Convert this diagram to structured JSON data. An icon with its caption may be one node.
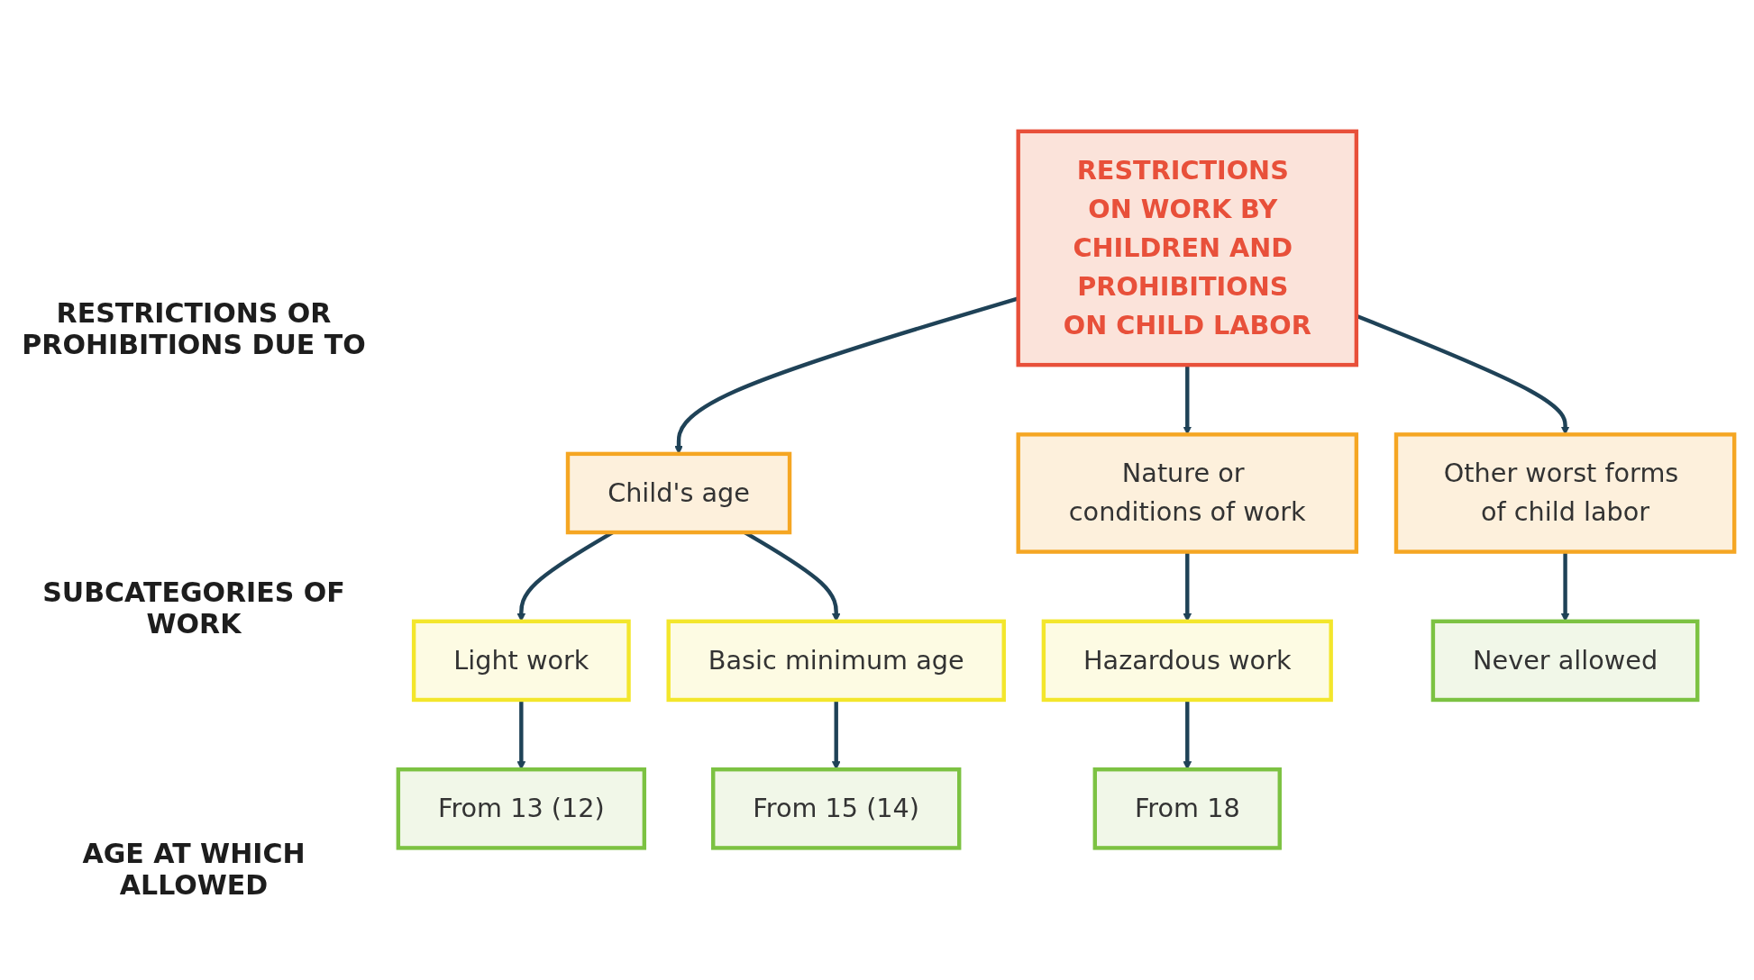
{
  "diagram": {
    "nodes": [
      {
        "text": [
          "RESTRICTIONS ON WORK BY CHILDREN AND PROHIBITIONS ON CHILD LABOR"
        ]
      },
      {
        "text": [
          "Child's age"
        ]
      },
      {
        "text": [
          "Nature or conditions of work"
        ]
      },
      {
        "text": [
          "Other worst forms of child labor"
        ]
      },
      {
        "text": [
          "Light work"
        ]
      },
      {
        "text": [
          "Basic minimum age"
        ]
      },
      {
        "text": [
          "Hazardous work"
        ]
      },
      {
        "text": [
          "From 13 (12)"
        ]
      },
      {
        "text": [
          "From 15 (14)"
        ]
      },
      {
        "text": [
          "From 18"
        ]
      },
      {
        "text": [
          "Never allowed"
        ]
      }
    ],
    "edges": [
      {
        "from": 0,
        "to": 1,
        "arrow": "to"
      },
      {
        "from": 0,
        "to": 2,
        "arrow": "to"
      },
      {
        "from": 0,
        "to": 3,
        "arrow": "to"
      },
      {
        "from": 1,
        "to": 4,
        "arrow": "to"
      },
      {
        "from": 1,
        "to": 5,
        "arrow": "to"
      },
      {
        "from": 2,
        "to": 6,
        "arrow": "to"
      },
      {
        "from": 4,
        "to": 7,
        "arrow": "to"
      },
      {
        "from": 5,
        "to": 8,
        "arrow": "to"
      },
      {
        "from": 6,
        "to": 9,
        "arrow": "to"
      },
      {
        "from": 3,
        "to": 10,
        "arrow": "to"
      }
    ],
    "labels": [
      "RESTRICTIONS OR PROHIBITIONS DUE TO",
      "SUBCATEGORIES OF WORK",
      "AGE AT WHICH ALLOWED"
    ]
  }
}
